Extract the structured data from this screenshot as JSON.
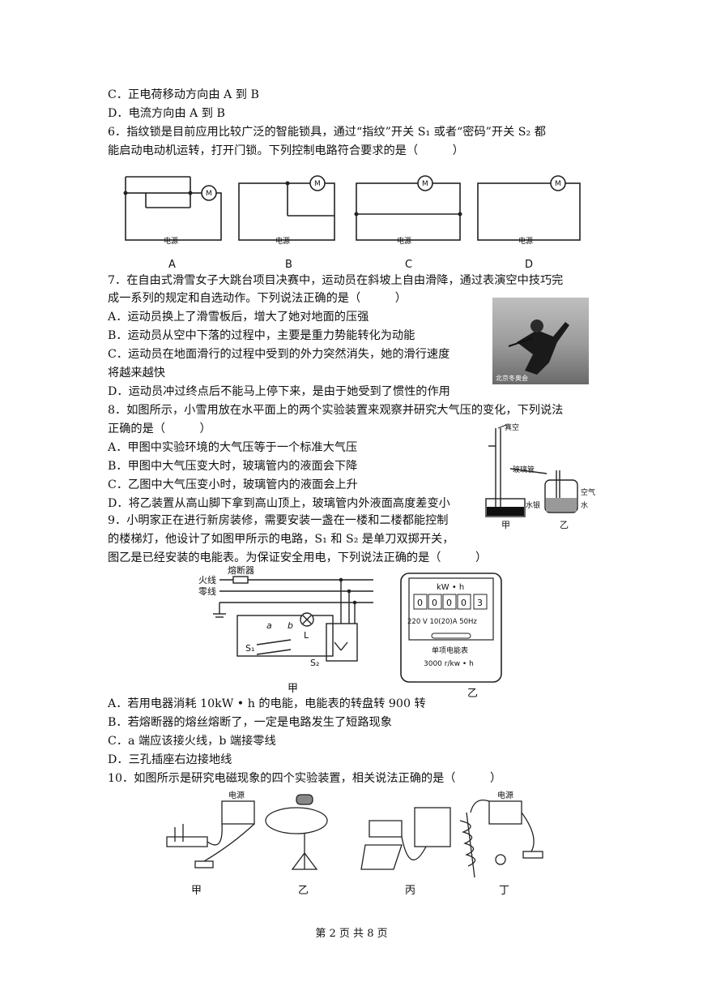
{
  "lines": {
    "c5": "C．正电荷移动方向由 A 到 B",
    "d5": "D．电流方向由 A 到 B",
    "q6a": "6．指纹锁是目前应用比较广泛的智能锁具，通过“指纹”开关 S₁ 或者“密码”开关 S₂ 都",
    "q6b": "能启动电动机运转，打开门锁。下列控制电路符合要求的是（　　　）",
    "q7a": "7．在自由式滑雪女子大跳台项目决赛中，运动员在斜坡上自由滑降，通过表演空中技巧完",
    "q7b": "成一系列的规定和自选动作。下列说法正确的是（　　　）",
    "q7A": "A．运动员换上了滑雪板后，增大了她对地面的压强",
    "q7B": "B．运动员从空中下落的过程中，主要是重力势能转化为动能",
    "q7C1": "C．运动员在地面滑行的过程中受到的外力突然消失，她的滑行速度",
    "q7C2": "将越来越快",
    "q7D": "D．运动员冲过终点后不能马上停下来，是由于她受到了惯性的作用",
    "q8a": "8．如图所示，小雪用放在水平面上的两个实验装置来观察并研究大气压的变化，下列说法",
    "q8b": "正确的是（　　　）",
    "q8A": "A．甲图中实验环境的大气压等于一个标准大气压",
    "q8B": "B．甲图中大气压变大时，玻璃管内的液面会下降",
    "q8C": "C．乙图中大气压变小时，玻璃管内的液面会上升",
    "q8D": "D．将乙装置从高山脚下拿到高山顶上，玻璃管内外液面高度差变小",
    "q9a": "9．小明家正在进行新房装修，需要安装一盏在一楼和二楼都能控制",
    "q9b": "的楼梯灯，他设计了如图甲所示的电路，S₁ 和 S₂ 是单刀双掷开关，",
    "q9c": "图乙是已经安装的电能表。为保证安全用电，下列说法正确的是（　　　）",
    "q9A": "A．若用电器消耗 10kW • h 的电能，电能表的转盘转 900 转",
    "q9B": "B．若熔断器的熔丝熔断了，一定是电路发生了短路现象",
    "q9C": "C．a 端应该接火线，b 端接零线",
    "q9D": "D．三孔插座右边接地线",
    "q10": "10．如图所示是研究电磁现象的四个实验装置，相关说法正确的是（　　　）"
  },
  "q6_figures": {
    "labels": [
      "A",
      "B",
      "C",
      "D"
    ],
    "power_label": "电源",
    "motor_label": "M"
  },
  "q7_photo": {
    "watermark": "北京冬奥会"
  },
  "q8_figure": {
    "vacuum": "真空",
    "glass_tube": "玻璃管",
    "mercury": "水银",
    "air": "空气",
    "water": "水",
    "label_jia": "甲",
    "label_yi": "乙"
  },
  "q9_figure": {
    "fuse": "熔断器",
    "live": "火线",
    "neutral": "零线",
    "a": "a",
    "b": "b",
    "L": "L",
    "S1": "S₁",
    "S2": "S₂",
    "meter_unit": "kW • h",
    "digits": [
      "0",
      "0",
      "0",
      "0",
      "3"
    ],
    "rating": "220 V 10(20)A 50Hz",
    "meter_name": "单项电能表",
    "rev": "3000 r/kw • h",
    "label_jia": "甲",
    "label_yi": "乙"
  },
  "q10_figures": {
    "power": "电源",
    "labels": [
      "甲",
      "乙",
      "丙",
      "丁"
    ]
  },
  "footer": "第 2 页 共 8 页"
}
